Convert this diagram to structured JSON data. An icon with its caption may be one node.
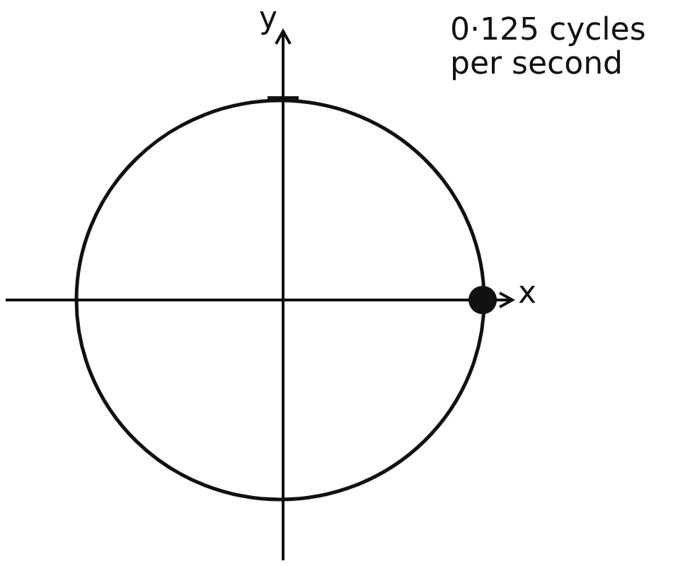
{
  "diagram": {
    "labels": [
      "y",
      "0·125 cycles per second",
      "x"
    ]
  }
}
